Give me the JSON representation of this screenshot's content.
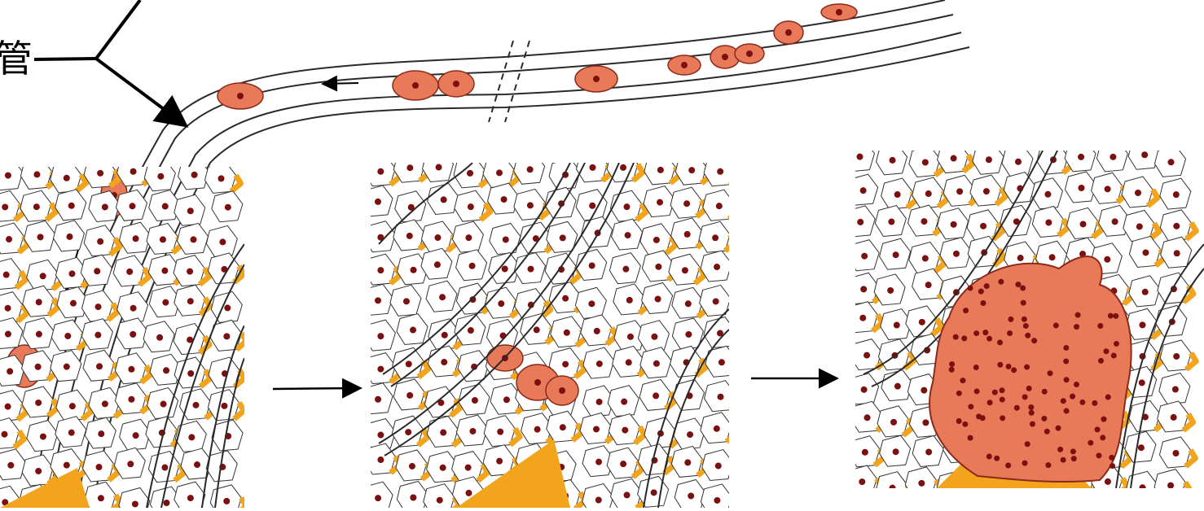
{
  "figure": {
    "label_text": "管",
    "colors": {
      "background": "#ffffff",
      "vessel_line": "#2a2a2a",
      "tumor_cell_fill": "#e87a5a",
      "tumor_cell_stroke": "#8a2a1a",
      "nucleus": "#7a1010",
      "stroma": "#f2a51c",
      "arrow": "#000000"
    },
    "icons": [
      "flow-arrow",
      "transition-arrow",
      "pointer-arrow"
    ],
    "panels": [
      {
        "name": "panel-intravasation"
      },
      {
        "name": "panel-extravasation"
      },
      {
        "name": "panel-colonization"
      }
    ]
  }
}
